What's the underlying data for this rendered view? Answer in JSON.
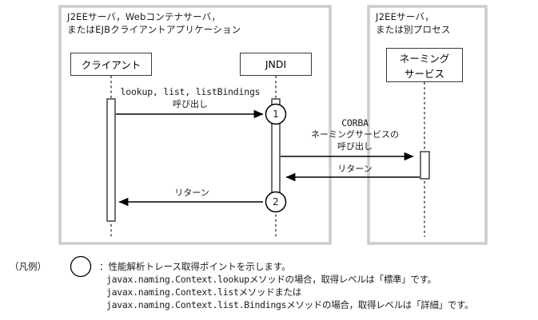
{
  "diagram": {
    "type": "sequence-diagram",
    "frames": [
      {
        "id": "client-frame",
        "title_line1": "J2EEサーバ，Webコンテナサーバ，",
        "title_line2": "またはEJBクライアントアプリケーション"
      },
      {
        "id": "naming-frame",
        "title_line1": "J2EEサーバ，",
        "title_line2": "または別プロセス"
      }
    ],
    "lifelines": [
      {
        "id": "client",
        "label_line1": "クライアント",
        "label_line2": ""
      },
      {
        "id": "jndi",
        "label_line1": "JNDI",
        "label_line2": ""
      },
      {
        "id": "naming-service",
        "label_line1": "ネーミング",
        "label_line2": "サービス"
      }
    ],
    "messages": [
      {
        "id": "client-to-jndi",
        "label_line1": "lookup, list, listBindings",
        "label_line2": "呼び出し",
        "marker": "1"
      },
      {
        "id": "jndi-to-naming",
        "label_line1": "CORBA",
        "label_line2": "ネーミングサービスの",
        "label_line3": "呼び出し"
      },
      {
        "id": "naming-to-jndi",
        "label_line1": "リターン"
      },
      {
        "id": "jndi-to-client",
        "label_line1": "リターン",
        "marker": "2"
      }
    ],
    "legend": {
      "title": "（凡例）",
      "symbol_name": "circle-marker",
      "lines": [
        "：性能解析トレース取得ポイントを示します。",
        "javax.naming.Context.lookupメソッドの場合，取得レベルは「標準」です。",
        "javax.naming.Context.listメソッドまたは",
        "javax.naming.Context.list.Bindingsメソッドの場合，取得レベルは「詳細」です。"
      ]
    },
    "colors": {
      "frame_border": "#cccccc",
      "box_border": "#3a3a3a",
      "line": "#000000",
      "lifeline": "#555555",
      "text": "#1a1a1a",
      "background": "#ffffff"
    }
  }
}
